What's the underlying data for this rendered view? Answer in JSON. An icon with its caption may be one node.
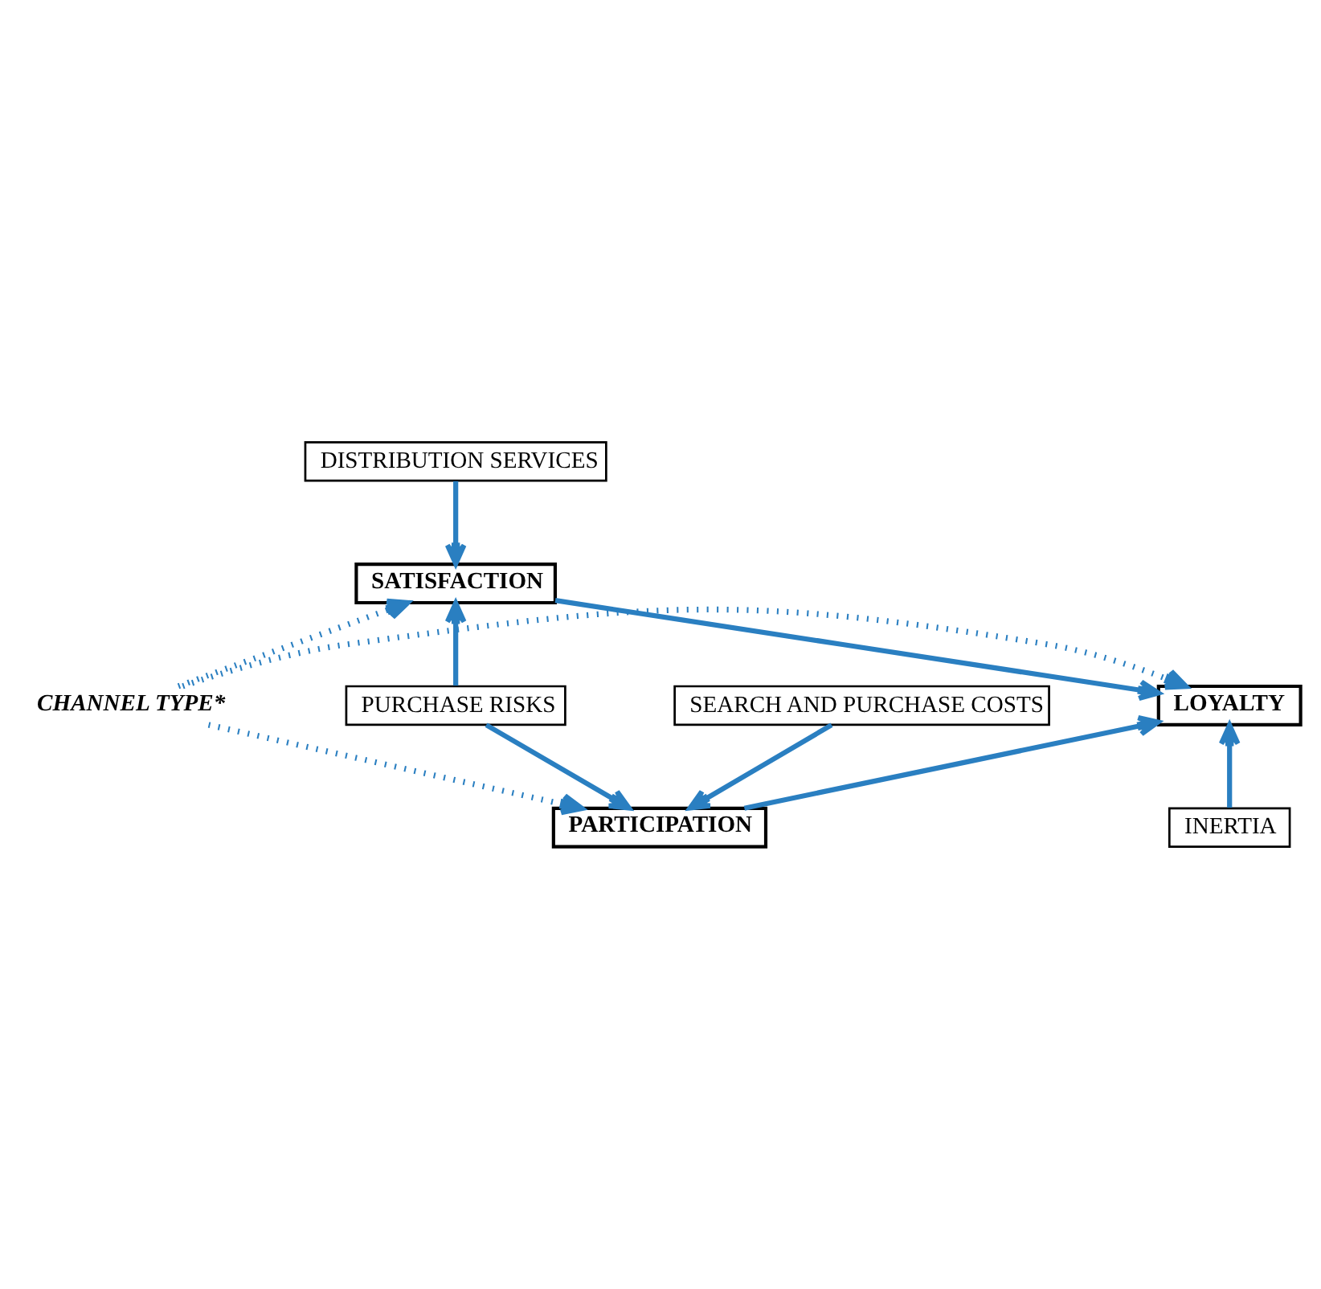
{
  "diagram": {
    "nodes": [
      {
        "text": [
          "DISTRIBUTION SERVICES"
        ]
      },
      {
        "text": [
          "SATISFACTION"
        ]
      },
      {
        "text": [
          "PURCHASE RISKS"
        ]
      },
      {
        "text": [
          "CHANNEL TYPE*"
        ]
      },
      {
        "text": [
          "LOYALTY"
        ]
      },
      {
        "text": [
          "INERTIA"
        ]
      },
      {
        "text": [
          "PARTICIPATION"
        ]
      },
      {
        "text": [
          "SEARCH AND PURCHASE COSTS"
        ]
      }
    ],
    "edges": [
      {
        "from": 0,
        "to": 1,
        "arrow": "to"
      },
      {
        "from": 2,
        "to": 1,
        "arrow": "to"
      },
      {
        "from": 1,
        "to": 4,
        "arrow": "to"
      },
      {
        "from": 3,
        "to": 1,
        "arrow": "to",
        "style": "dashed"
      },
      {
        "from": 3,
        "to": 4,
        "arrow": "to",
        "style": "dashed"
      },
      {
        "from": 3,
        "to": 6,
        "arrow": "to",
        "style": "dashed"
      },
      {
        "from": 2,
        "to": 6,
        "arrow": "to"
      },
      {
        "from": 6,
        "to": 4,
        "arrow": "to"
      },
      {
        "from": 5,
        "to": 4,
        "arrow": "to"
      },
      {
        "from": 7,
        "to": 6,
        "arrow": "to"
      }
    ]
  }
}
